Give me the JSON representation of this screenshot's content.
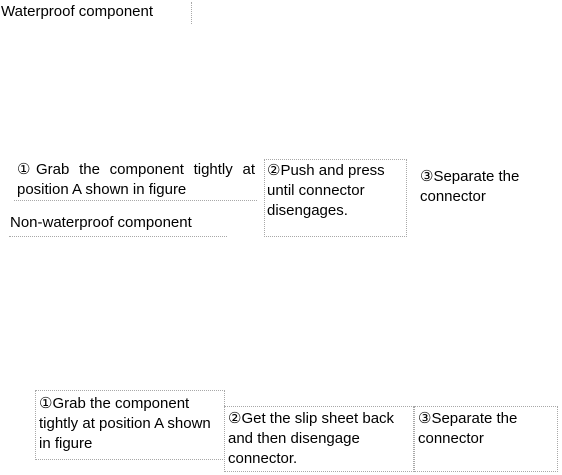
{
  "waterproof": {
    "title": "Waterproof component",
    "steps": [
      "①Grab the component tightly at position A shown in figure",
      "②Push and press until connector disengages.",
      "③Separate the connector"
    ]
  },
  "non_waterproof": {
    "title": "Non-waterproof component",
    "steps": [
      "①Grab the component tightly at position A shown in figure",
      "②Get the slip sheet back and then disengage connector.",
      "③Separate the connector"
    ]
  }
}
